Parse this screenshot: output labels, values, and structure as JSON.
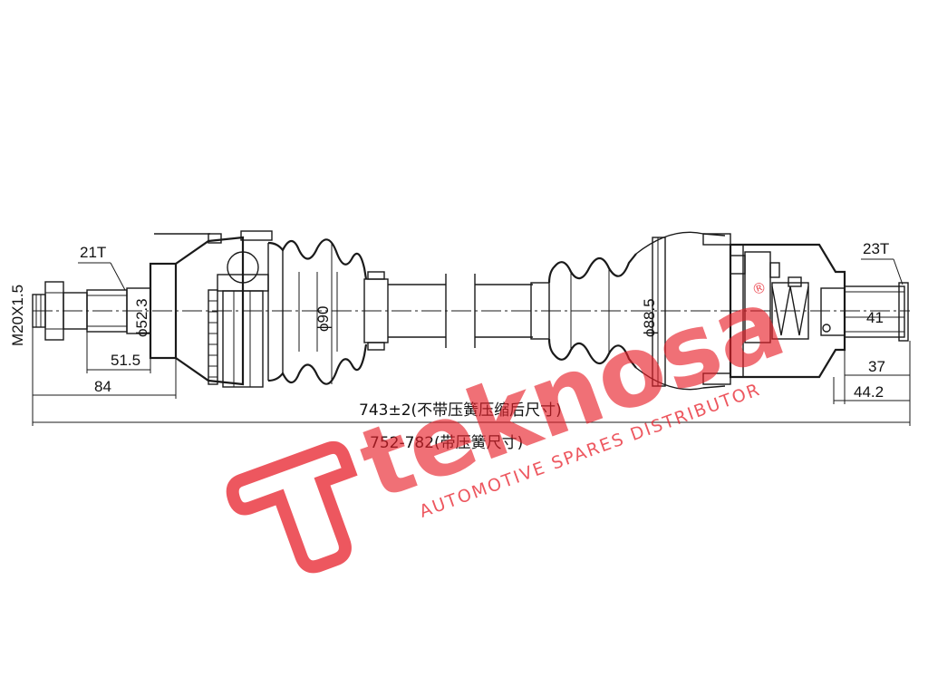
{
  "drawing": {
    "labels": {
      "thread": "M20X1.5",
      "spline_left": "21T",
      "spline_right": "23T",
      "dia_left_shaft": "ϕ52.3",
      "dia_outer_boot": "ϕ90",
      "dia_inner_joint": "ϕ88.5",
      "len_51_5": "51.5",
      "len_84": "84",
      "len_41": "41",
      "len_37": "37",
      "len_44_2": "44.2",
      "total_compressed": "743±2(不带压簧压缩后尺寸)",
      "total_spring": "752-782(带压簧尺寸)"
    }
  },
  "watermark": {
    "brand": "teknosa",
    "tagline": "AUTOMOTIVE SPARES DISTRIBUTOR",
    "registered": "®",
    "color": "#e8202a"
  }
}
